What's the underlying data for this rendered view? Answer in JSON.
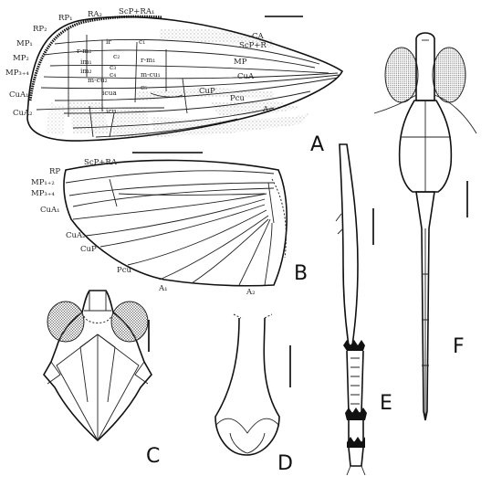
{
  "panels": {
    "A": {
      "letter": "A",
      "veins": {
        "rp1": "RP₁",
        "ra2": "RA₂",
        "scp_ra1": "ScP+RA₁",
        "rp2": "RP₂",
        "ca": "CA",
        "scp_r": "ScP+R",
        "mp1": "MP₁",
        "mp2": "MP₂",
        "mp": "MP",
        "mp34": "MP₃₊₄",
        "cua": "CuA",
        "cup": "CuP",
        "pcu": "Pcu",
        "a1": "A₁",
        "cua1": "CuA₁",
        "cua2": "CuA₂"
      },
      "cells": {
        "ir": "ir",
        "c1": "c₁",
        "r_m2": "r-m₂",
        "c2": "c₂",
        "im1": "im₁",
        "r_m1": "r-m₁",
        "c3": "c₃",
        "im2": "im₂",
        "c4": "c₄",
        "m_cu2": "m-cu₂",
        "m_cu1": "m-cu₁",
        "icua": "icua",
        "c5": "c₅",
        "icu": "icu"
      }
    },
    "B": {
      "letter": "B",
      "veins": {
        "scp_ra": "ScP+RA",
        "rp": "RP",
        "mp12": "MP₁₊₂",
        "mp34": "MP₃₊₄",
        "cua1": "CuA₁",
        "cua2": "CuA₂",
        "cup": "CuP",
        "pcu": "Pcu",
        "a1": "A₁",
        "a2": "A₂"
      }
    },
    "C": {
      "letter": "C"
    },
    "D": {
      "letter": "D"
    },
    "E": {
      "letter": "E"
    },
    "F": {
      "letter": "F"
    }
  }
}
